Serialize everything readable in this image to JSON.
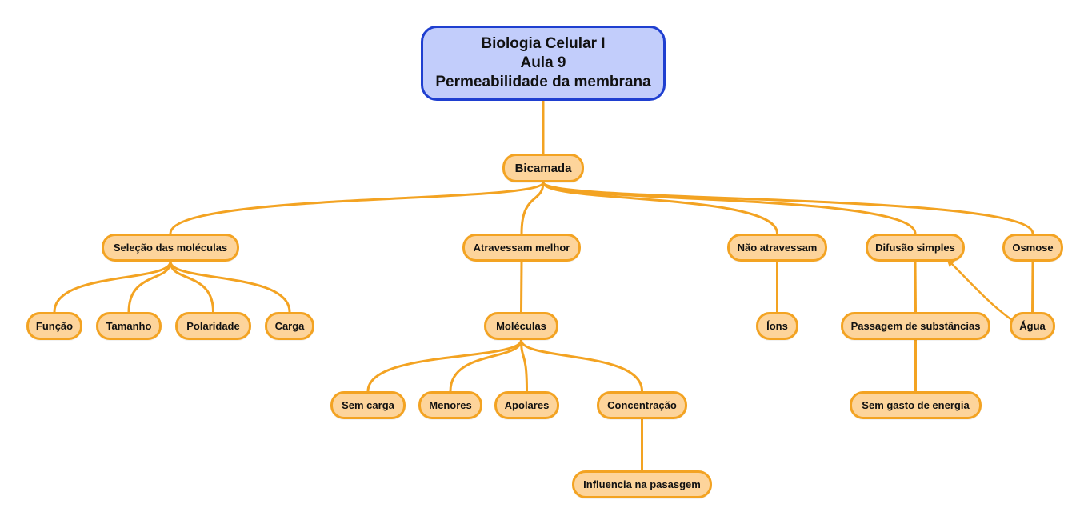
{
  "colors": {
    "root_fill": "#c2cdfb",
    "root_border": "#1f3fd0",
    "node_fill": "#fdd49b",
    "node_border": "#f3a322",
    "link": "#f3a322"
  },
  "root": {
    "id": "root",
    "lines": [
      "Biologia Celular I",
      "Aula 9",
      "Permeabilidade da membrana"
    ]
  },
  "nodes": [
    {
      "id": "bicamada",
      "label": "Bicamada"
    },
    {
      "id": "selecao",
      "label": "Seleção das moléculas"
    },
    {
      "id": "atravessam",
      "label": "Atravessam melhor"
    },
    {
      "id": "nao_atravessam",
      "label": "Não atravessam"
    },
    {
      "id": "difusao",
      "label": "Difusão simples"
    },
    {
      "id": "osmose",
      "label": "Osmose"
    },
    {
      "id": "funcao",
      "label": "Função"
    },
    {
      "id": "tamanho",
      "label": "Tamanho"
    },
    {
      "id": "polaridade",
      "label": "Polaridade"
    },
    {
      "id": "carga",
      "label": "Carga"
    },
    {
      "id": "moleculas",
      "label": "Moléculas"
    },
    {
      "id": "ions",
      "label": "Íons"
    },
    {
      "id": "passagem",
      "label": "Passagem de substâncias"
    },
    {
      "id": "agua",
      "label": "Água"
    },
    {
      "id": "sem_carga",
      "label": "Sem carga"
    },
    {
      "id": "menores",
      "label": "Menores"
    },
    {
      "id": "apolares",
      "label": "Apolares"
    },
    {
      "id": "concentracao",
      "label": "Concentração"
    },
    {
      "id": "sem_gasto",
      "label": "Sem gasto de energia"
    },
    {
      "id": "influencia",
      "label": "Influencia na pasasgem"
    }
  ],
  "links": [
    {
      "from": "root",
      "to": "bicamada"
    },
    {
      "from": "bicamada",
      "to": "selecao"
    },
    {
      "from": "bicamada",
      "to": "atravessam"
    },
    {
      "from": "bicamada",
      "to": "nao_atravessam"
    },
    {
      "from": "bicamada",
      "to": "difusao"
    },
    {
      "from": "bicamada",
      "to": "osmose"
    },
    {
      "from": "selecao",
      "to": "funcao"
    },
    {
      "from": "selecao",
      "to": "tamanho"
    },
    {
      "from": "selecao",
      "to": "polaridade"
    },
    {
      "from": "selecao",
      "to": "carga"
    },
    {
      "from": "atravessam",
      "to": "moleculas"
    },
    {
      "from": "moleculas",
      "to": "sem_carga"
    },
    {
      "from": "moleculas",
      "to": "menores"
    },
    {
      "from": "moleculas",
      "to": "apolares"
    },
    {
      "from": "moleculas",
      "to": "concentracao"
    },
    {
      "from": "concentracao",
      "to": "influencia"
    },
    {
      "from": "nao_atravessam",
      "to": "ions"
    },
    {
      "from": "difusao",
      "to": "passagem"
    },
    {
      "from": "passagem",
      "to": "sem_gasto"
    },
    {
      "from": "osmose",
      "to": "agua"
    },
    {
      "from": "agua",
      "to": "difusao",
      "type": "arrow"
    }
  ]
}
